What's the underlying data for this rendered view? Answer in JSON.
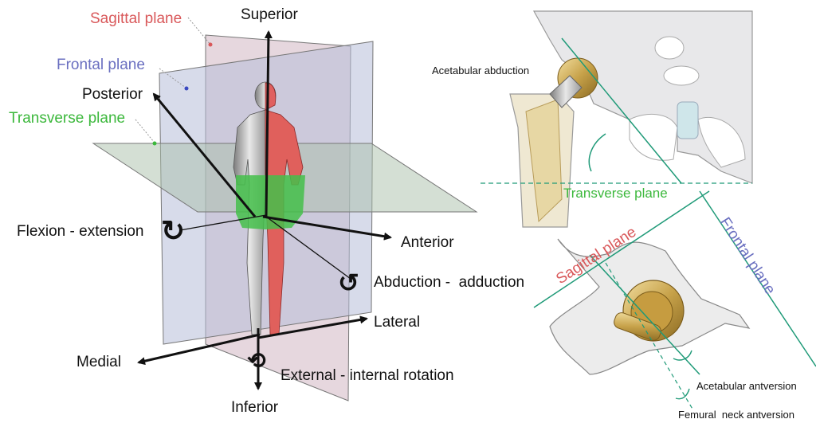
{
  "labels": {
    "sagittal_plane": "Sagittal plane",
    "frontal_plane": "Frontal plane",
    "transverse_plane": "Transverse plane",
    "superior": "Superior",
    "posterior": "Posterior",
    "anterior": "Anterior",
    "inferior": "Inferior",
    "medial": "Medial",
    "lateral": "Lateral",
    "flexion_extension": "Flexion - extension",
    "abduction_adduction": "Abduction -  adduction",
    "external_internal_rotation": "External - internal rotation"
  },
  "hip_top": {
    "acetabular_abduction": "Acetabular abduction",
    "transverse_plane": "Transverse plane"
  },
  "hip_bottom": {
    "sagittal_plane": "Sagittal plane",
    "frontal_plane": "Frontal plane",
    "acetabular_antversion": "Acetabular antversion",
    "femoral_neck_antversion": "Femural  neck antversion"
  },
  "colors": {
    "sagittal": "#d9585a",
    "frontal": "#6a6fc0",
    "transverse": "#3cb83c",
    "teal": "#1f9a78",
    "text": "#111111"
  }
}
